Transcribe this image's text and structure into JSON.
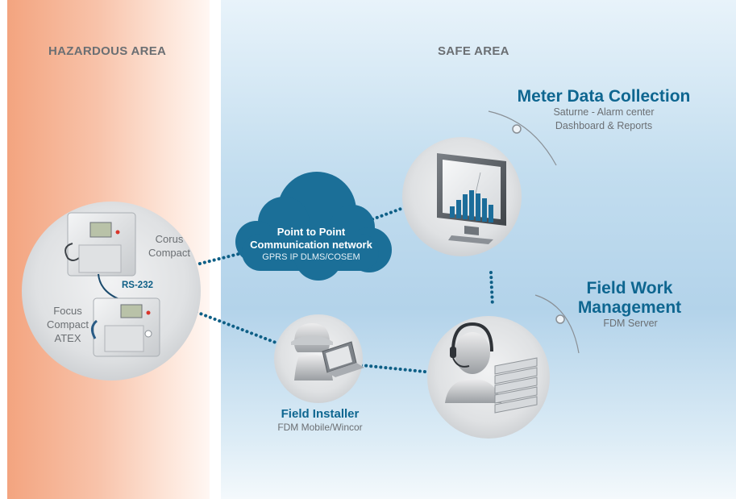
{
  "zones": {
    "hazardous": "HAZARDOUS AREA",
    "safe": "SAFE AREA"
  },
  "meter_data_collection": {
    "title": "Meter Data Collection",
    "line1": "Saturne - Alarm center",
    "line2": "Dashboard & Reports"
  },
  "cloud": {
    "line1": "Point to Point",
    "line2": "Communication network",
    "line3": "GPRS IP DLMS/COSEM"
  },
  "devices": {
    "corus_line1": "Corus",
    "corus_line2": "Compact",
    "link_label": "RS-232",
    "focus_line1": "Focus",
    "focus_line2": "Compact",
    "focus_line3": "ATEX"
  },
  "field_work": {
    "title_line1": "Field Work",
    "title_line2": "Management",
    "subtitle": "FDM Server"
  },
  "field_installer": {
    "title": "Field Installer",
    "subtitle": "FDM Mobile/Wincor"
  },
  "colors": {
    "accent_blue": "#0e6690",
    "cloud_blue": "#1b6f98",
    "hazard_orange": "#f3a47f",
    "safe_blue": "#b3d3ea"
  }
}
